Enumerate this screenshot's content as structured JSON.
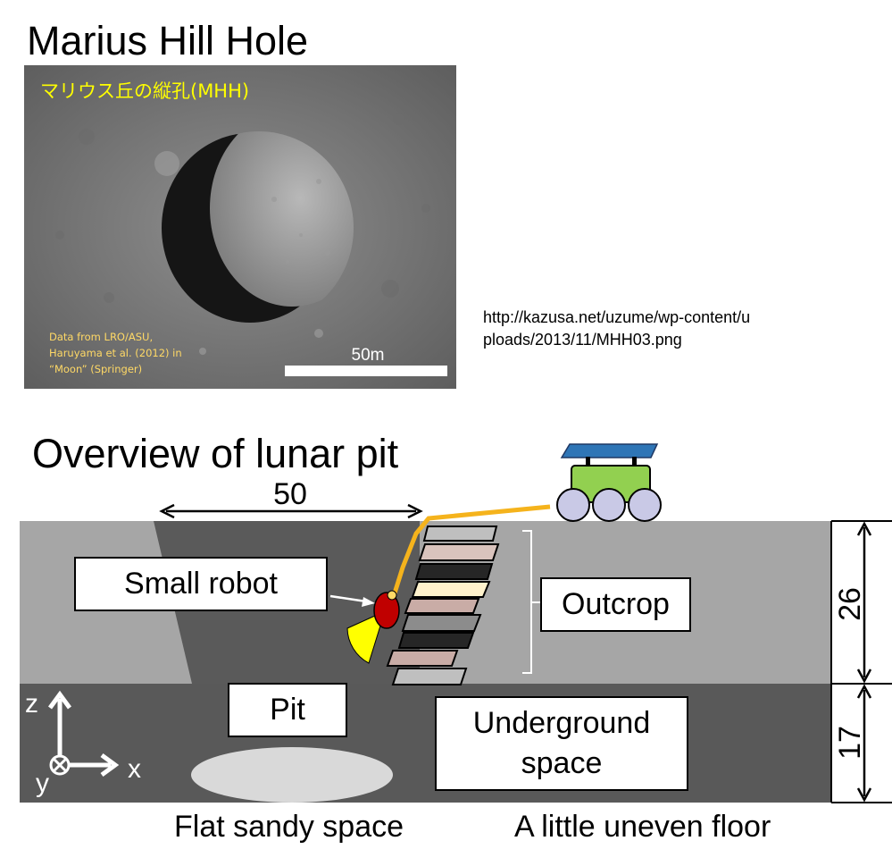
{
  "top_section": {
    "title": "Marius Hill Hole",
    "photo": {
      "overlay_title": "マリウス丘の縦孔(MHH)",
      "credit_lines": [
        "Data from LRO/ASU,",
        "Haruyama et al. (2012) in",
        "“Moon” (Springer)"
      ],
      "scale_label": "50m"
    },
    "source_url": "http://kazusa.net/uzume/wp-content/uploads/2013/11/MHH03.png"
  },
  "diagram": {
    "title": "Overview of lunar pit",
    "width_label": "50",
    "height_upper_label": "26",
    "height_lower_label": "17",
    "labels": {
      "small_robot": "Small robot",
      "outcrop": "Outcrop",
      "pit": "Pit",
      "underground_space": "Underground space"
    },
    "axes": {
      "z": "z",
      "x": "x",
      "y": "y"
    },
    "captions": {
      "left": "Flat sandy space",
      "right": "A little uneven floor"
    },
    "colors": {
      "surface_layer": "#a6a6a6",
      "pit_interior": "#5a5a5a",
      "underground": "#595959",
      "tether": "#f5b31c",
      "rover_body": "#92d050",
      "solar_panel": "#2e75b6",
      "robot": "#c00000",
      "sensor_fan": "#ffff00"
    }
  }
}
